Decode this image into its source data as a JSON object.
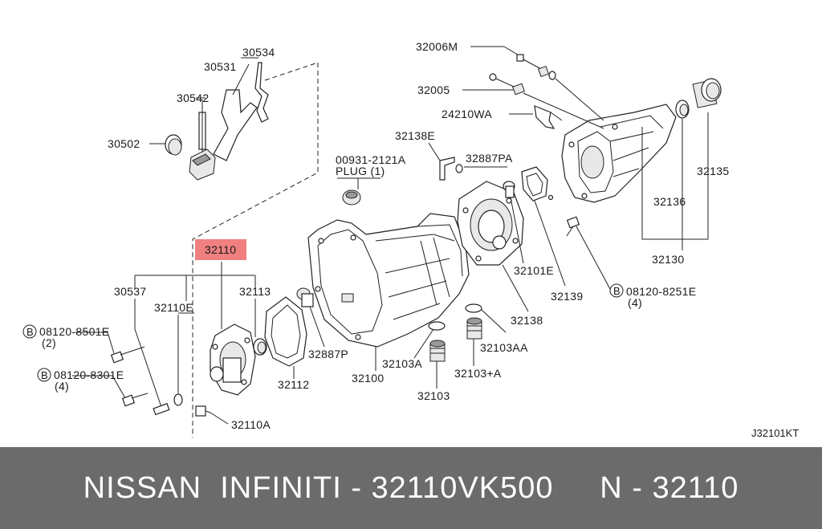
{
  "diagram": {
    "highlight_color": "#f08080",
    "labels": {
      "p30534": "30534",
      "p30531": "30531",
      "p30542": "30542",
      "p30502": "30502",
      "p32110": "32110",
      "p30537": "30537",
      "p32110E": "32110E",
      "p32113": "32113",
      "bolt8501": "08120-8501E",
      "bolt8501_qty": "(2)",
      "bolt8301": "08120-8301E",
      "bolt8301_qty": "(4)",
      "p32110A": "32110A",
      "p32112": "32112",
      "p32887P": "32887P",
      "p32100": "32100",
      "p32103A": "32103A",
      "p32103": "32103",
      "p32103pA": "32103+A",
      "p32103AA": "32103AA",
      "p32138": "32138",
      "p32101E": "32101E",
      "p32139": "32139",
      "bolt8251": "08120-8251E",
      "bolt8251_qty": "(4)",
      "p32130": "32130",
      "p32136": "32136",
      "p32135": "32135",
      "p32006M": "32006M",
      "p32005": "32005",
      "p24210WA": "24210WA",
      "p32138E": "32138E",
      "p32887PA": "32887PA",
      "plug_code": "00931-2121A",
      "plug_name": "PLUG (1)",
      "bolt_marker": "B",
      "drawing_id": "J32101KT"
    }
  },
  "footer": {
    "title": "NISSAN  INFINITI - 32110VK500     N - 32110",
    "background": "#6b6b6b",
    "text_color": "#ffffff"
  }
}
